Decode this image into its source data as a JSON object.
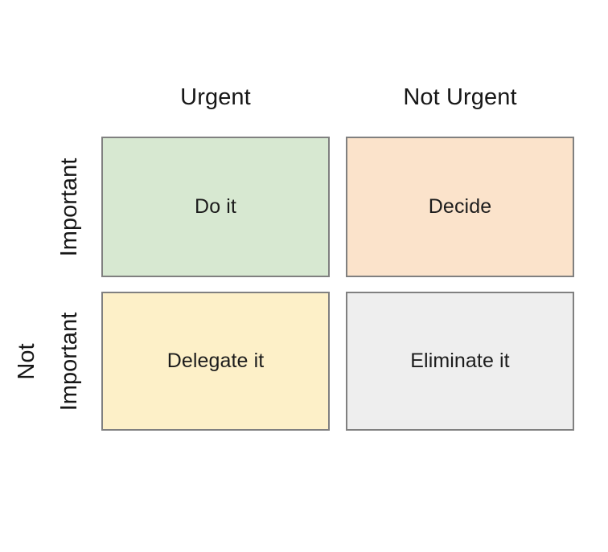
{
  "diagram": {
    "type": "eisenhower-matrix",
    "background_color": "#ffffff",
    "columns": [
      {
        "id": "urgent",
        "label": "Urgent"
      },
      {
        "id": "not-urgent",
        "label": "Not Urgent"
      }
    ],
    "rows": [
      {
        "id": "important",
        "label": "Important",
        "lines": [
          "Important"
        ]
      },
      {
        "id": "not-important",
        "label": "Not Important",
        "lines": [
          "Not",
          "Important"
        ]
      }
    ],
    "quadrants": [
      {
        "id": "do-it",
        "label": "Do it",
        "row": "important",
        "column": "urgent",
        "fill": "#d7e8d1",
        "border": "#808080"
      },
      {
        "id": "decide",
        "label": "Decide",
        "row": "important",
        "column": "not-urgent",
        "fill": "#fbe3cb",
        "border": "#808080"
      },
      {
        "id": "delegate-it",
        "label": "Delegate it",
        "row": "not-important",
        "column": "urgent",
        "fill": "#fdf0c8",
        "border": "#808080"
      },
      {
        "id": "eliminate-it",
        "label": "Eliminate it",
        "row": "not-important",
        "column": "not-urgent",
        "fill": "#eeeeee",
        "border": "#808080"
      }
    ]
  }
}
